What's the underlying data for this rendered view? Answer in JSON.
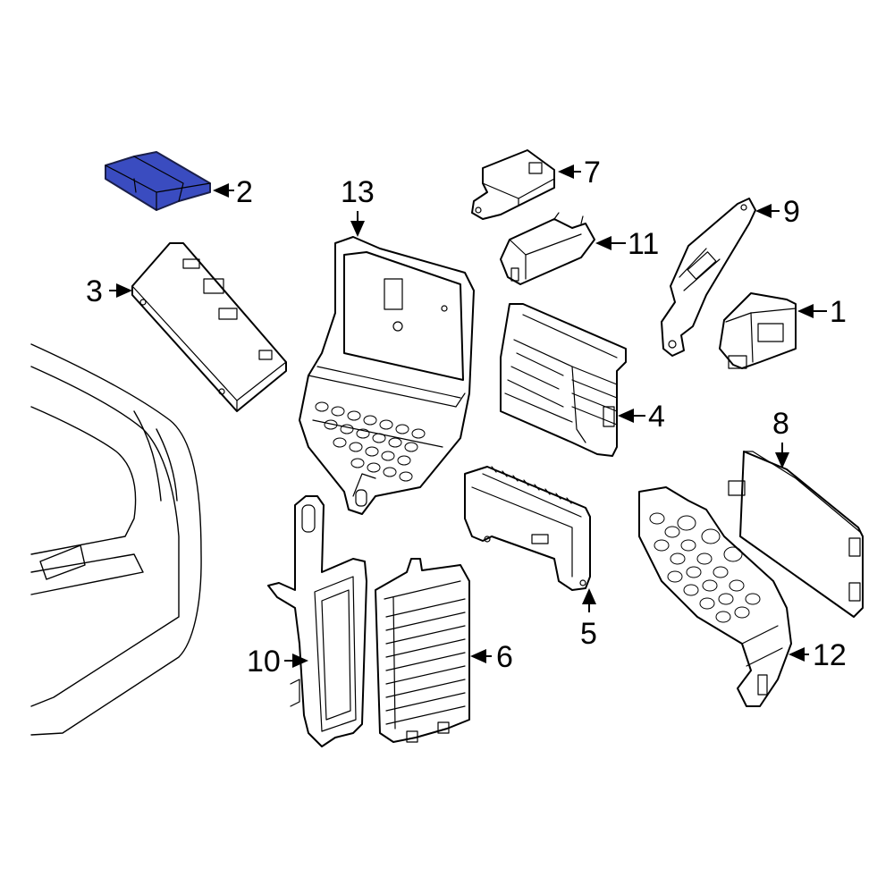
{
  "diagram": {
    "highlight_color": "#3a4cc0",
    "callouts": [
      {
        "id": "1",
        "label": "1"
      },
      {
        "id": "2",
        "label": "2"
      },
      {
        "id": "3",
        "label": "3"
      },
      {
        "id": "4",
        "label": "4"
      },
      {
        "id": "5",
        "label": "5"
      },
      {
        "id": "6",
        "label": "6"
      },
      {
        "id": "7",
        "label": "7"
      },
      {
        "id": "8",
        "label": "8"
      },
      {
        "id": "9",
        "label": "9"
      },
      {
        "id": "10",
        "label": "10"
      },
      {
        "id": "11",
        "label": "11"
      },
      {
        "id": "12",
        "label": "12"
      },
      {
        "id": "13",
        "label": "13"
      }
    ],
    "highlighted_part": "2"
  }
}
